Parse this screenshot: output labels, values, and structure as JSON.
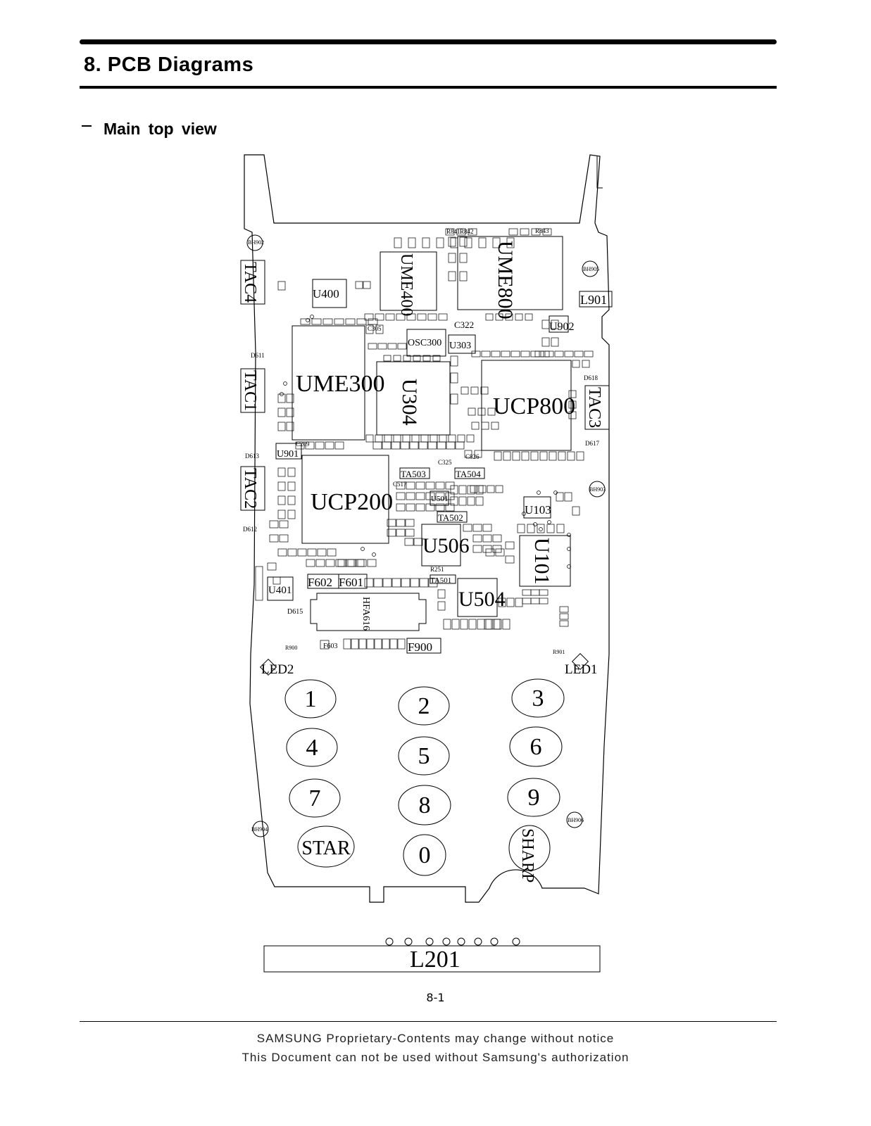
{
  "section_title": "8.  PCB  Diagrams",
  "subsection_title": "Main  top  view",
  "page_number": "8-1",
  "footer_line1": "SAMSUNG Proprietary-Contents may change without notice",
  "footer_line2": "This Document can not be used without Samsung's authorization",
  "diagram": {
    "chips": [
      "UME400",
      "UME800",
      "UME300",
      "U304",
      "UCP800",
      "UCP200",
      "U506",
      "U504",
      "U101",
      "U400",
      "U901",
      "U401",
      "U103",
      "U902",
      "U303",
      "U501",
      "OSC300",
      "HFA616",
      "F900",
      "F602",
      "F601",
      "L901",
      "TA503",
      "TA504",
      "TA502",
      "TA501"
    ],
    "tac_labels": [
      "TAC4",
      "TAC1",
      "TAC2",
      "TAC3"
    ],
    "led_labels": [
      "LED2",
      "LED1"
    ],
    "keys": [
      "1",
      "2",
      "3",
      "4",
      "5",
      "6",
      "7",
      "8",
      "9",
      "STAR",
      "0",
      "SHARP"
    ],
    "mount_holes": [
      "BH902",
      "BH905",
      "BH903",
      "BH904",
      "BH906"
    ],
    "connector": "L201",
    "small_refs": [
      "D611",
      "D613",
      "D612",
      "D615",
      "D617",
      "D618",
      "R841",
      "R842",
      "R843",
      "C322",
      "C209",
      "C305",
      "R900",
      "R901",
      "F603",
      "C325",
      "C826",
      "C517",
      "R251"
    ]
  }
}
